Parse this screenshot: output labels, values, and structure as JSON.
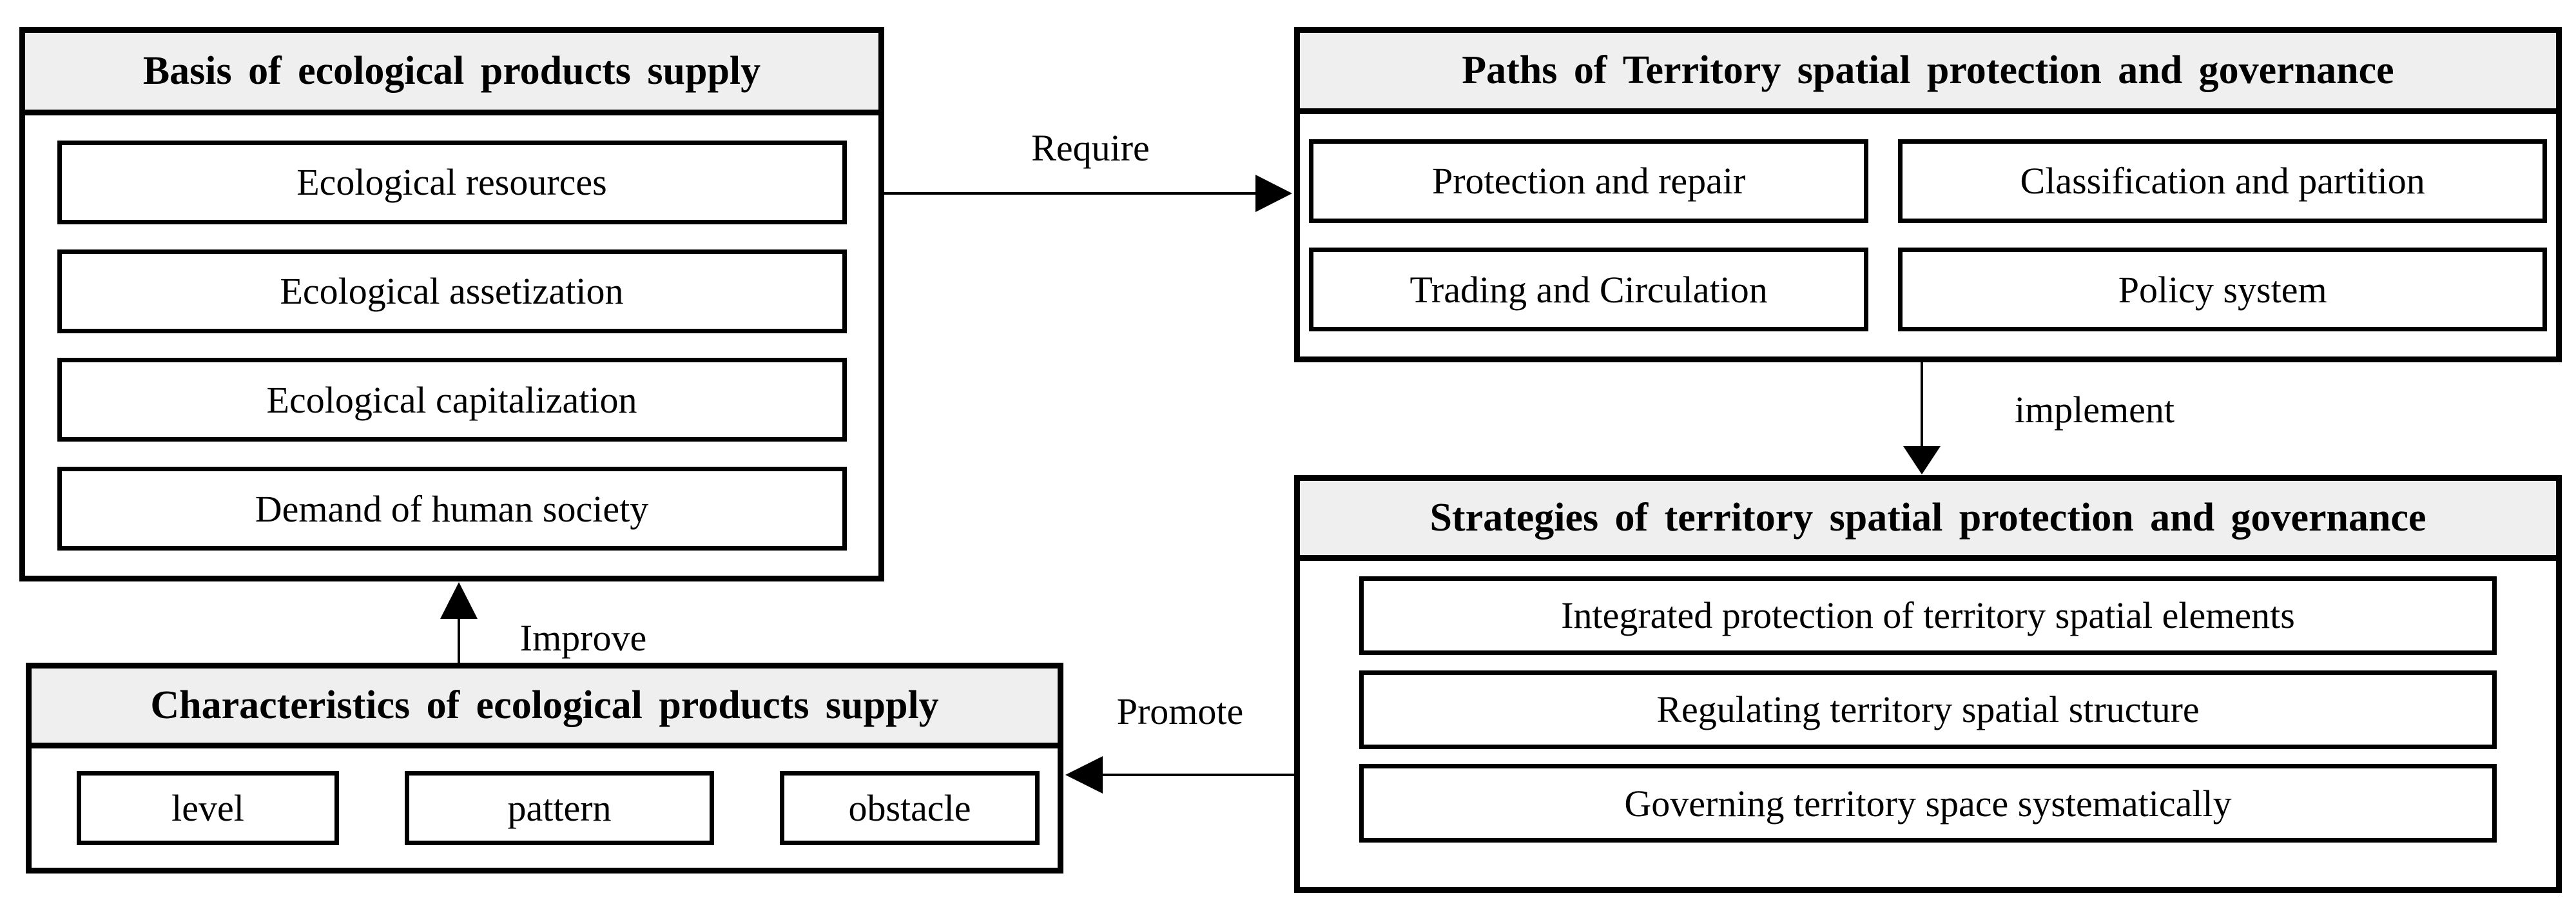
{
  "diagram": {
    "colors": {
      "border": "#000000",
      "header_background": "#efefef",
      "page_background": "#ffffff",
      "text": "#000000"
    },
    "boxes": {
      "basis": {
        "title": "Basis of ecological products supply",
        "items": [
          "Ecological resources",
          "Ecological assetization",
          "Ecological capitalization",
          "Demand of human society"
        ]
      },
      "paths": {
        "title": "Paths of Territory spatial protection and governance",
        "items": [
          "Protection and repair",
          "Classification and partition",
          "Trading and Circulation",
          "Policy system"
        ]
      },
      "strategies": {
        "title": "Strategies of territory spatial protection and governance",
        "items": [
          "Integrated protection of territory spatial elements",
          "Regulating territory spatial structure",
          "Governing territory space systematically"
        ]
      },
      "characteristics": {
        "title": "Characteristics of ecological products supply",
        "items": [
          "level",
          "pattern",
          "obstacle"
        ]
      }
    },
    "arrow_labels": {
      "require": "Require",
      "implement": "implement",
      "promote": "Promote",
      "improve": "Improve"
    }
  }
}
